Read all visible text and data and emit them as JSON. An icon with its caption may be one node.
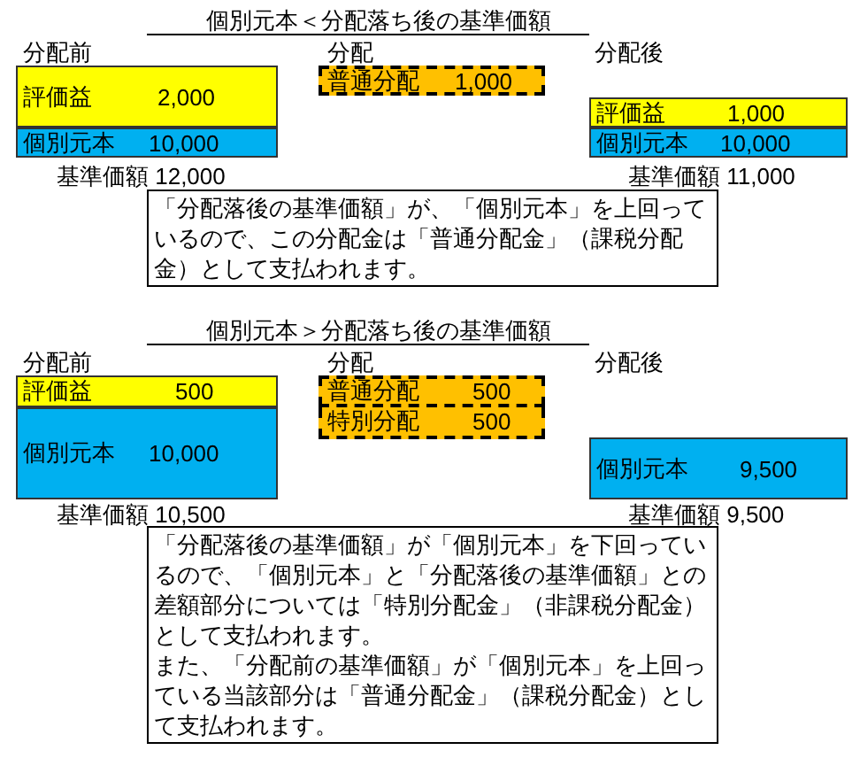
{
  "diagram": {
    "nodes": [
      {
        "text": [
          "評価益",
          "2,000"
        ]
      },
      {
        "text": [
          "普通分配",
          "1,000"
        ]
      },
      {
        "text": [
          "評価益",
          "1,000"
        ]
      },
      {
        "text": [
          "個別元本",
          "10,000"
        ]
      },
      {
        "text": [
          "個別元本",
          "10,000"
        ]
      },
      {
        "text": [
          "「分配落後の基準価額」が、「個別元本」を上回っているので、この分配金は「普通分配金」（課税分配金）として支払われます。"
        ]
      },
      {
        "text": [
          "評価益",
          "500"
        ]
      },
      {
        "text": [
          "普通分配",
          "500"
        ]
      },
      {
        "text": [
          "個別元本",
          "10,000"
        ]
      },
      {
        "text": [
          "特別分配",
          "500"
        ]
      },
      {
        "text": [
          "個別元本",
          "9,500"
        ]
      },
      {
        "text": [
          "「分配落後の基準価額」が「個別元本」を下回っているので、「個別元本」と「分配落後の基準価額」との差額部分については「特別分配金」（非課税分配金）として支払われます。",
          "また、「分配前の基準価額」が「個別元本」を上回っている当該部分は「普通分配金」（課税分配金）として支払われます。"
        ]
      }
    ],
    "labels": [
      "個別元本＜分配落ち後の基準価額",
      "分配前",
      "分配",
      "分配後",
      "基準価額 12,000",
      "基準価額 11,000",
      "個別元本＞分配落ち後の基準価額",
      "分配前",
      "分配",
      "分配後",
      "基準価額 10,500",
      "基準価額 9,500"
    ]
  }
}
